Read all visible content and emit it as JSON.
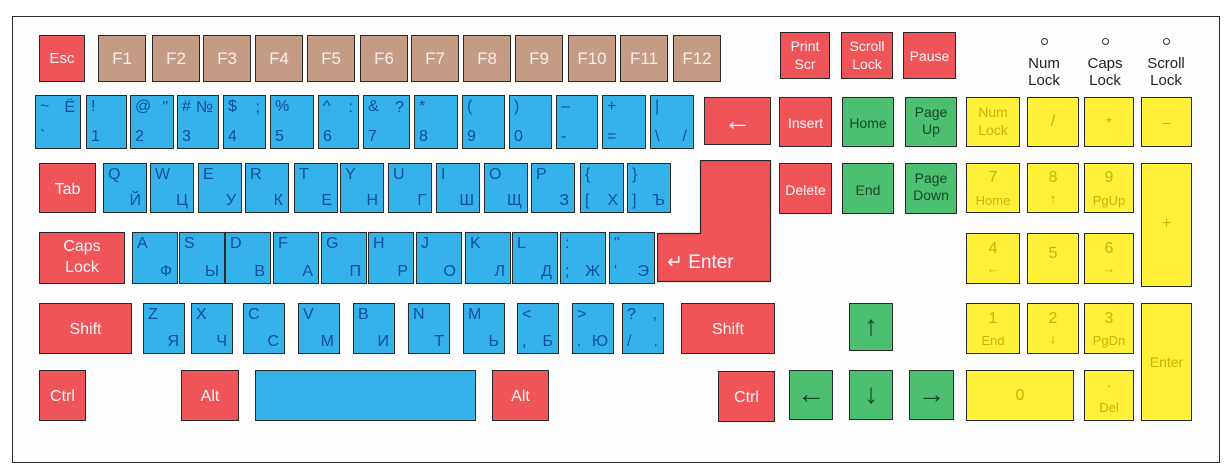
{
  "colors": {
    "red": "#ef5459",
    "brown": "#c49b83",
    "blue": "#35b2ea",
    "green": "#4cbf70",
    "yellow": "#fff03a"
  },
  "indicators": [
    {
      "label_top": "Num",
      "label_bottom": "Lock"
    },
    {
      "label_top": "Caps",
      "label_bottom": "Lock"
    },
    {
      "label_top": "Scroll",
      "label_bottom": "Lock"
    }
  ],
  "keys": {
    "esc": "Esc",
    "f1": "F1",
    "f2": "F2",
    "f3": "F3",
    "f4": "F4",
    "f5": "F5",
    "f6": "F6",
    "f7": "F7",
    "f8": "F8",
    "f9": "F9",
    "f10": "F10",
    "f11": "F11",
    "f12": "F12",
    "print_top": "Print",
    "print_bottom": "Scr",
    "scroll_top": "Scroll",
    "scroll_bottom": "Lock",
    "pause": "Pause",
    "digits": [
      {
        "tl": "~",
        "tr": "Ё",
        "bl": "`",
        "br": ""
      },
      {
        "tl": "!",
        "tr": "",
        "bl": "1",
        "br": ""
      },
      {
        "tl": "@",
        "tr": "\"",
        "bl": "2",
        "br": ""
      },
      {
        "tl": "#",
        "tr": "№",
        "bl": "3",
        "br": ""
      },
      {
        "tl": "$",
        "tr": ";",
        "bl": "4",
        "br": ""
      },
      {
        "tl": "%",
        "tr": "",
        "bl": "5",
        "br": ""
      },
      {
        "tl": "^",
        "tr": ":",
        "bl": "6",
        "br": ""
      },
      {
        "tl": "&",
        "tr": "?",
        "bl": "7",
        "br": ""
      },
      {
        "tl": "*",
        "tr": "",
        "bl": "8",
        "br": ""
      },
      {
        "tl": "(",
        "tr": "",
        "bl": "9",
        "br": ""
      },
      {
        "tl": ")",
        "tr": "",
        "bl": "0",
        "br": ""
      },
      {
        "tl": "–",
        "tr": "",
        "bl": "-",
        "br": ""
      },
      {
        "tl": "+",
        "tr": "",
        "bl": "=",
        "br": ""
      },
      {
        "tl": "|",
        "tr": "",
        "bl": "\\",
        "br": "/"
      }
    ],
    "backspace": "←",
    "insert": "Insert",
    "home": "Home",
    "pageup_top": "Page",
    "pageup_bottom": "Up",
    "tab": "Tab",
    "qrow": [
      {
        "tl": "Q",
        "br": "Й"
      },
      {
        "tl": "W",
        "br": "Ц"
      },
      {
        "tl": "E",
        "br": "У"
      },
      {
        "tl": "R",
        "br": "К"
      },
      {
        "tl": "T",
        "br": "Е"
      },
      {
        "tl": "Y",
        "br": "Н"
      },
      {
        "tl": "U",
        "br": "Г"
      },
      {
        "tl": "I",
        "br": "Ш"
      },
      {
        "tl": "O",
        "br": "Щ"
      },
      {
        "tl": "P",
        "br": "З"
      },
      {
        "tl": "{",
        "bl": "[",
        "br": "Х"
      },
      {
        "tl": "}",
        "bl": "]",
        "br": "Ъ"
      }
    ],
    "delete": "Delete",
    "end": "End",
    "pagedown_top": "Page",
    "pagedown_bottom": "Down",
    "caps_top": "Caps",
    "caps_bottom": "Lock",
    "arow": [
      {
        "tl": "A",
        "br": "Ф"
      },
      {
        "tl": "S",
        "br": "Ы"
      },
      {
        "tl": "D",
        "br": "В"
      },
      {
        "tl": "F",
        "br": "А"
      },
      {
        "tl": "G",
        "br": "П"
      },
      {
        "tl": "H",
        "br": "Р"
      },
      {
        "tl": "J",
        "br": "О"
      },
      {
        "tl": "K",
        "br": "Л"
      },
      {
        "tl": "L",
        "br": "Д"
      },
      {
        "tl": ":",
        "bl": ";",
        "br": "Ж"
      },
      {
        "tl": "\"",
        "bl": "'",
        "br": "Э"
      }
    ],
    "enter": "↵ Enter",
    "shift": "Shift",
    "zrow": [
      {
        "tl": "Z",
        "br": "Я"
      },
      {
        "tl": "X",
        "br": "Ч"
      },
      {
        "tl": "C",
        "br": "С"
      },
      {
        "tl": "V",
        "br": "М"
      },
      {
        "tl": "B",
        "br": "И"
      },
      {
        "tl": "N",
        "br": "Т"
      },
      {
        "tl": "M",
        "br": "Ь"
      },
      {
        "tl": "<",
        "bl": ",",
        "br": "Б"
      },
      {
        "tl": ">",
        "bl": ".",
        "br": "Ю"
      },
      {
        "tl": "?",
        "tr": ",",
        "bl": "/",
        "br": "."
      }
    ],
    "ctrl": "Ctrl",
    "alt": "Alt",
    "arrow_up": "↑",
    "arrow_left": "←",
    "arrow_down": "↓",
    "arrow_right": "→",
    "numpad": {
      "numlock_top": "Num",
      "numlock_bottom": "Lock",
      "slash": "/",
      "star": "*",
      "minus": "–",
      "plus": "+",
      "n7": "7",
      "n7_sub": "Home",
      "n8": "8",
      "n8_sub": "↑",
      "n9": "9",
      "n9_sub": "PgUp",
      "n4": "4",
      "n4_sub": "←",
      "n5": "5",
      "n6": "6",
      "n6_sub": "→",
      "n1": "1",
      "n1_sub": "End",
      "n2": "2",
      "n2_sub": "↓",
      "n3": "3",
      "n3_sub": "PgDn",
      "enter": "Enter",
      "n0": "0",
      "dot": ".",
      "dot_sub": "Del"
    }
  }
}
